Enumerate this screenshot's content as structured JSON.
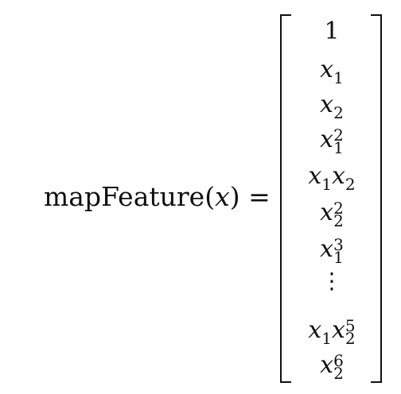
{
  "lhs": {
    "func": "mapFeature",
    "open": "(",
    "arg": "x",
    "close": ")",
    "eq": "="
  },
  "vector": {
    "e1": "1",
    "e2_var": "x",
    "e2_sub": "1",
    "e3_var": "x",
    "e3_sub": "2",
    "e4_var": "x",
    "e4_sup": "2",
    "e4_sub": "1",
    "e5_var1": "x",
    "e5_sub1": "1",
    "e5_var2": "x",
    "e5_sub2": "2",
    "e6_var": "x",
    "e6_sup": "2",
    "e6_sub": "2",
    "e7_var": "x",
    "e7_sup": "3",
    "e7_sub": "1",
    "ellipsis": "⋮",
    "e8_var1": "x",
    "e8_sub1": "1",
    "e8_var2": "x",
    "e8_sup2": "5",
    "e8_sub2": "2",
    "e9_var": "x",
    "e9_sup": "6",
    "e9_sub": "2"
  }
}
